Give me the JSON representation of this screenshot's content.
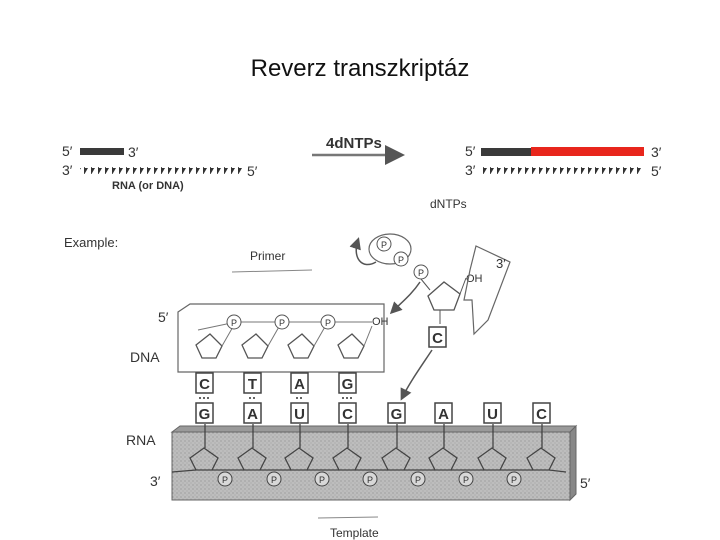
{
  "title": "Reverz transzkriptáz",
  "top": {
    "left_top_5": "5′",
    "left_top_3": "3′",
    "left_bot_3": "3′",
    "left_bot_5": "5′",
    "template_label": "RNA (or DNA)",
    "arrow_label": "4dNTPs",
    "right_top_5": "5′",
    "right_top_3": "3′",
    "right_bot_3": "3′",
    "right_bot_5": "5′",
    "new_strand_color": "#e8261c"
  },
  "example": {
    "example_label": "Example:",
    "dntps_label": "dNTPs",
    "primer_label": "Primer",
    "dna_label": "DNA",
    "rna_label": "RNA",
    "template_label": "Template",
    "dna_5": "5′",
    "rna_3": "3′",
    "rna_5": "5′",
    "incoming_3": "3′",
    "oh": "OH",
    "incoming_oh": "OH",
    "phosphate": "P",
    "ribose_phosphate": "P",
    "incoming_base": "C",
    "dna_bases": [
      "C",
      "T",
      "A",
      "G"
    ],
    "rna_bases": [
      "G",
      "A",
      "U",
      "C",
      "G",
      "A",
      "U",
      "C"
    ]
  }
}
